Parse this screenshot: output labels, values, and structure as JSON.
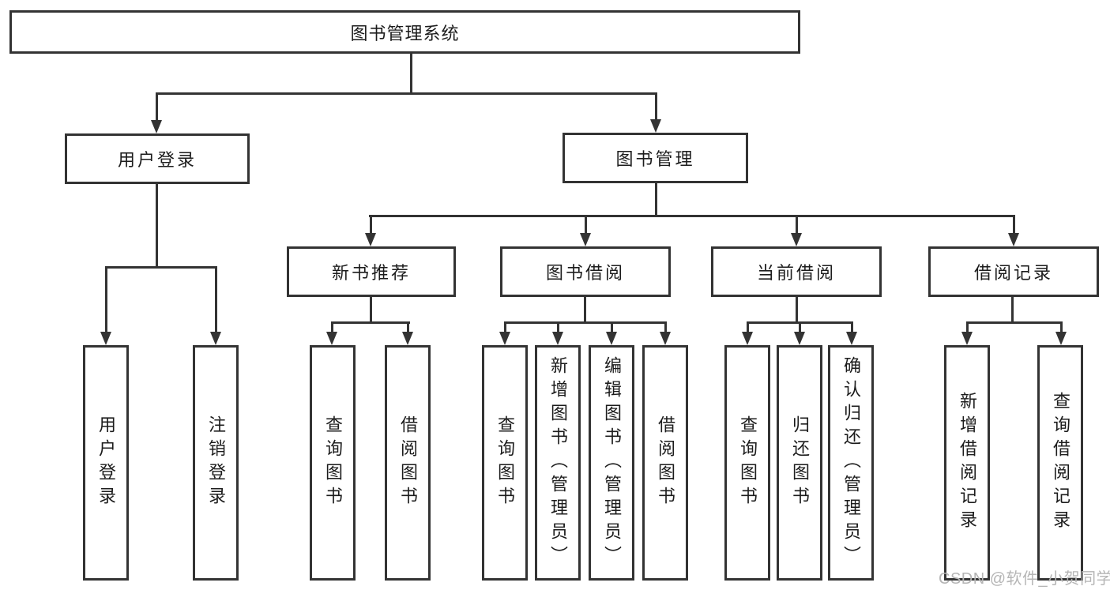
{
  "title": "图书管理系统",
  "level2": [
    "用户登录",
    "图书管理"
  ],
  "level3": [
    "新书推荐",
    "图书借阅",
    "当前借阅",
    "借阅记录"
  ],
  "leaves": {
    "userLogin": [
      "用户登录",
      "注销登录"
    ],
    "newBookRecommend": [
      "查询图书",
      "借阅图书"
    ],
    "bookBorrow": [
      "查询图书",
      "新增图书（管理员）",
      "编辑图书（管理员）",
      "借阅图书"
    ],
    "currentBorrow": [
      "查询图书",
      "归还图书",
      "确认归还（管理员）"
    ],
    "borrowRecords": [
      "新增借阅记录",
      "查询借阅记录"
    ]
  },
  "watermark": "CSDN @软件_小贺同学",
  "colors": {
    "line": "#333333",
    "text": "#1c1c1c",
    "watermark": "#b5b5b5",
    "background": "#ffffff"
  }
}
